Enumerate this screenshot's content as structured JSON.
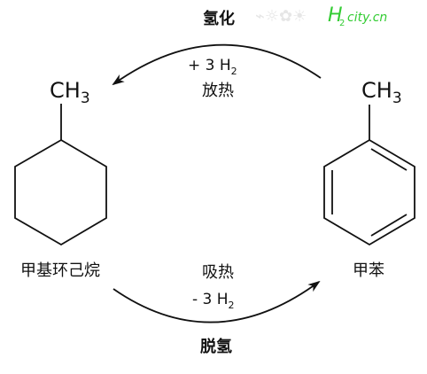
{
  "top_reaction": {
    "title": "氢化",
    "reagent_prefix": "+ 3 H",
    "reagent_subscript": "2",
    "note": "放热"
  },
  "bottom_reaction": {
    "title": "脱氢",
    "note": "吸热",
    "reagent_prefix": "- 3 H",
    "reagent_subscript": "2"
  },
  "left_molecule": {
    "name": "甲基环己烷",
    "group": "CH",
    "group_subscript": "3"
  },
  "right_molecule": {
    "name": "甲苯",
    "group": "CH",
    "group_subscript": "3"
  },
  "watermark": {
    "text": "Hcity.cn",
    "accent_color": "#33cc33",
    "faint_color": "#e6e6e6"
  },
  "colors": {
    "ink": "#111111",
    "background": "#ffffff"
  }
}
